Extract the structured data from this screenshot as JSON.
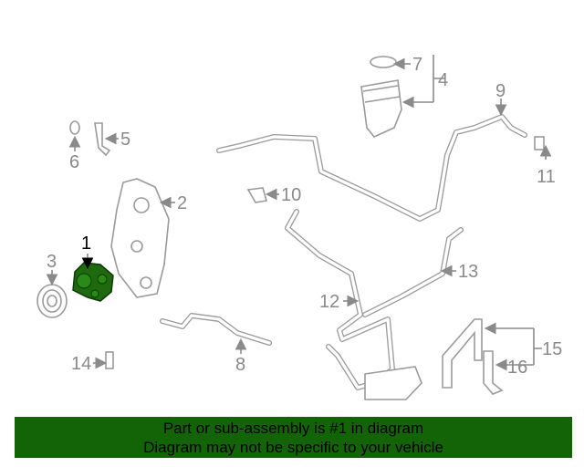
{
  "callouts": {
    "c1": "1",
    "c2": "2",
    "c3": "3",
    "c4": "4",
    "c5": "5",
    "c6": "6",
    "c7": "7",
    "c8": "8",
    "c9": "9",
    "c10": "10",
    "c11": "11",
    "c12": "12",
    "c13": "13",
    "c14": "14",
    "c15": "15",
    "c16": "16"
  },
  "banner": {
    "line1": "Part or sub-assembly is #1 in diagram",
    "line2": "Diagram may not be specific to your vehicle"
  },
  "colors": {
    "highlight": "#136407",
    "banner_bg": "#136407",
    "line": "#9a9a9a"
  }
}
